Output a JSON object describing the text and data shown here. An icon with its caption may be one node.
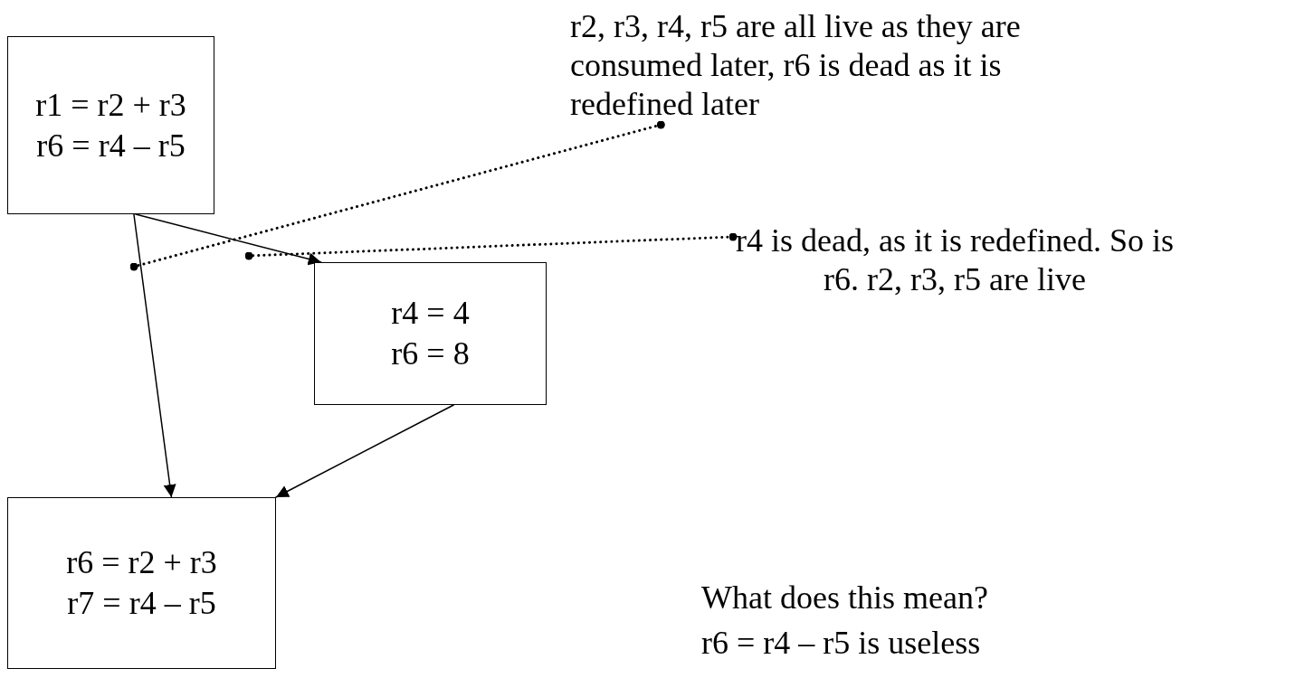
{
  "diagram": {
    "nodes": [
      {
        "text": [
          "r1 = r2 + r3",
          "r6 = r4 – r5"
        ]
      },
      {
        "text": [
          "r4 = 4",
          "r6 = 8"
        ]
      },
      {
        "text": [
          "r6 = r2 + r3",
          "r7 = r4 – r5"
        ]
      },
      {
        "text": [
          "r2, r3, r4, r5 are all live as they are consumed later, r6 is dead as it is redefined later"
        ]
      },
      {
        "text": [
          "r4 is dead, as it is redefined. So is r6. r2, r3, r5 are live"
        ]
      }
    ],
    "edges": [
      {
        "from": 0,
        "to": 2,
        "arrow": "to"
      },
      {
        "from": 0,
        "to": 1,
        "arrow": "to"
      },
      {
        "from": 1,
        "to": 2,
        "arrow": "to"
      },
      {
        "from": 3,
        "to": null,
        "arrow": "other",
        "style": "dashed"
      },
      {
        "from": 4,
        "to": null,
        "arrow": "other",
        "style": "dashed"
      }
    ],
    "labels": [
      "What does this mean?",
      "r6 = r4 – r5 is useless"
    ]
  }
}
